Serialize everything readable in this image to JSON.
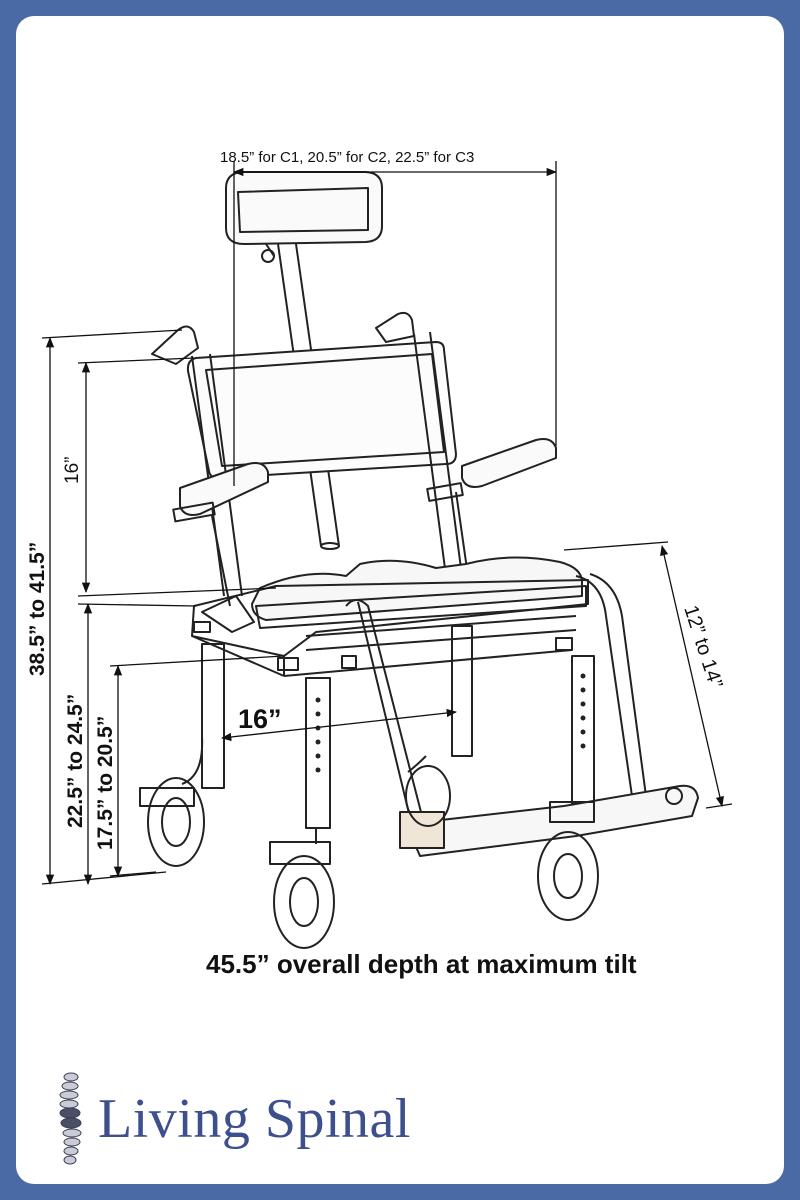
{
  "diagram": {
    "dim_top_width": "18.5” for C1, 20.5” for C2, 22.5” for C3",
    "dim_back_height": "16”",
    "dim_overall_height": "38.5” to 41.5”",
    "dim_seat_height_low": "22.5” to 24.5”",
    "dim_seat_height_high": "17.5” to 20.5”",
    "dim_seat_width": "16”",
    "dim_leg_length": "12” to 14”",
    "caption": "45.5” overall depth at maximum tilt"
  },
  "brand": {
    "name": "Living Spinal",
    "logo_icon": "spine-icon",
    "color": "#3d4f8c",
    "frame_color": "#4a6aa5"
  }
}
